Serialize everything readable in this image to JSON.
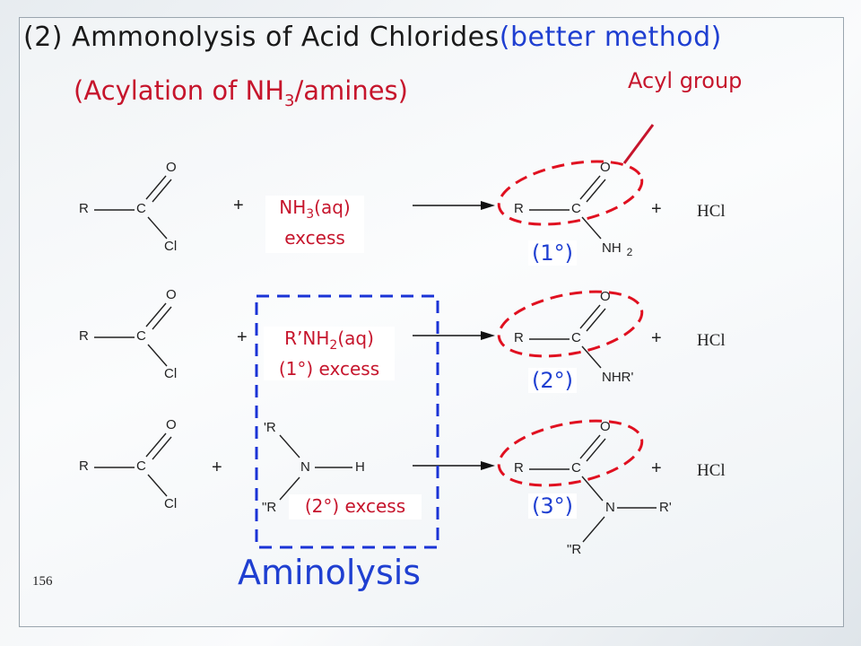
{
  "title": {
    "number": "(2)",
    "main": "Ammonolysis of Acid Chlorides",
    "note": "(better method)",
    "note_color": "#1f3fd1"
  },
  "subtitle": {
    "before": "(Acylation of NH",
    "sub": "3",
    "after": "/amines)",
    "color": "#c6152c"
  },
  "acyl_label": "Acyl group",
  "reactions": [
    {
      "reagent": {
        "line1_pre": "NH",
        "line1_sub": "3",
        "line1_post": "(aq)",
        "line2": "excess"
      },
      "product_label": "(1°)"
    },
    {
      "reagent": {
        "line1_pre": "R’NH",
        "line1_sub": "2",
        "line1_post": "(aq)",
        "line2": "(1°) excess"
      },
      "product_label": "(2°)"
    },
    {
      "reagent": {
        "line2": "(2°) excess"
      },
      "product_label": "(3°)"
    }
  ],
  "atoms": {
    "R": "R",
    "C": "C",
    "O": "O",
    "Cl": "Cl",
    "N": "N",
    "H": "H",
    "NH2": "NH",
    "two": "2",
    "NHR": "NHR'",
    "Rp": "'R",
    "Rpp": "\"R",
    "Rprime": "R'",
    "Rdouble": "\"R",
    "plus": "+",
    "HCl": "HCl"
  },
  "aminolysis_label": "Aminolysis",
  "page_number": "156",
  "colors": {
    "red": "#c6152c",
    "blue": "#1f3fd1",
    "dash_red": "#e01020",
    "dash_blue": "#1a33d6"
  }
}
